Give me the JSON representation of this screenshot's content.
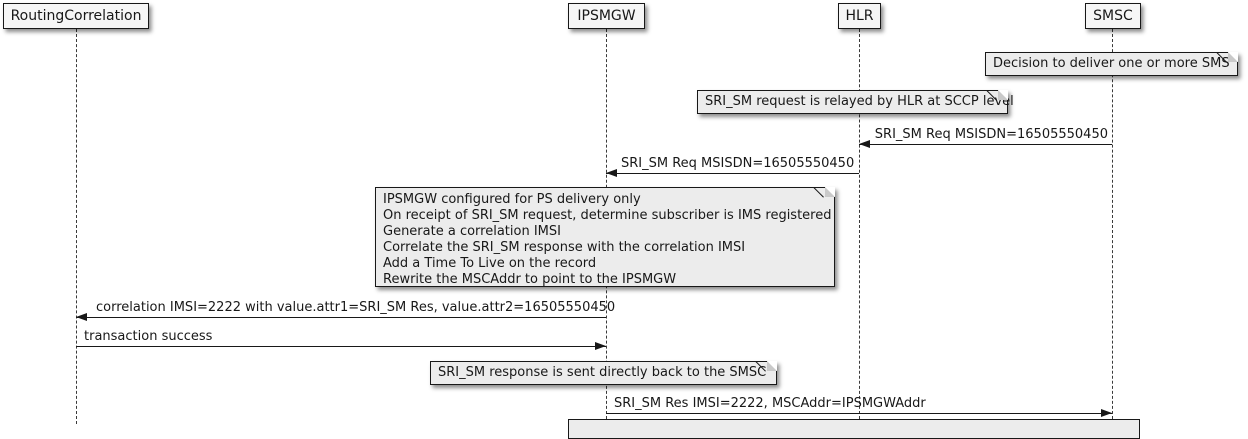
{
  "diagram_type": "uml-sequence-diagram",
  "colors": {
    "background": "#ffffff",
    "line": "#181818",
    "participant_fill": "#f6f6f6",
    "note_fill": "#ececec"
  },
  "participants": [
    {
      "name": "RoutingCorrelation"
    },
    {
      "name": "IPSMGW"
    },
    {
      "name": "HLR"
    },
    {
      "name": "SMSC"
    }
  ],
  "notes": [
    {
      "text": "Decision to deliver one or more SMS",
      "near": "SMSC"
    },
    {
      "text": "SRI_SM request is relayed by HLR at SCCP level",
      "near": "HLR"
    },
    {
      "near": "IPSMGW",
      "lines": [
        "IPSMGW configured for PS delivery only",
        "On receipt of SRI_SM request, determine subscriber is IMS registered",
        "Generate a correlation IMSI",
        "Correlate the SRI_SM response with the correlation IMSI",
        "Add a Time To Live on the record",
        "Rewrite the MSCAddr to point to the IPSMGW"
      ]
    },
    {
      "text": "SRI_SM response is sent directly back to the SMSC",
      "near": "IPSMGW"
    }
  ],
  "messages": [
    {
      "from": "SMSC",
      "to": "HLR",
      "label": "SRI_SM Req MSISDN=16505550450"
    },
    {
      "from": "HLR",
      "to": "IPSMGW",
      "label": "SRI_SM Req MSISDN=16505550450"
    },
    {
      "from": "IPSMGW",
      "to": "RoutingCorrelation",
      "label": "correlation IMSI=2222 with value.attr1=SRI_SM Res, value.attr2=16505550450"
    },
    {
      "from": "RoutingCorrelation",
      "to": "IPSMGW",
      "label": "transaction success"
    },
    {
      "from": "IPSMGW",
      "to": "SMSC",
      "label": "SRI_SM Res IMSI=2222, MSCAddr=IPSMGWAddr"
    }
  ]
}
